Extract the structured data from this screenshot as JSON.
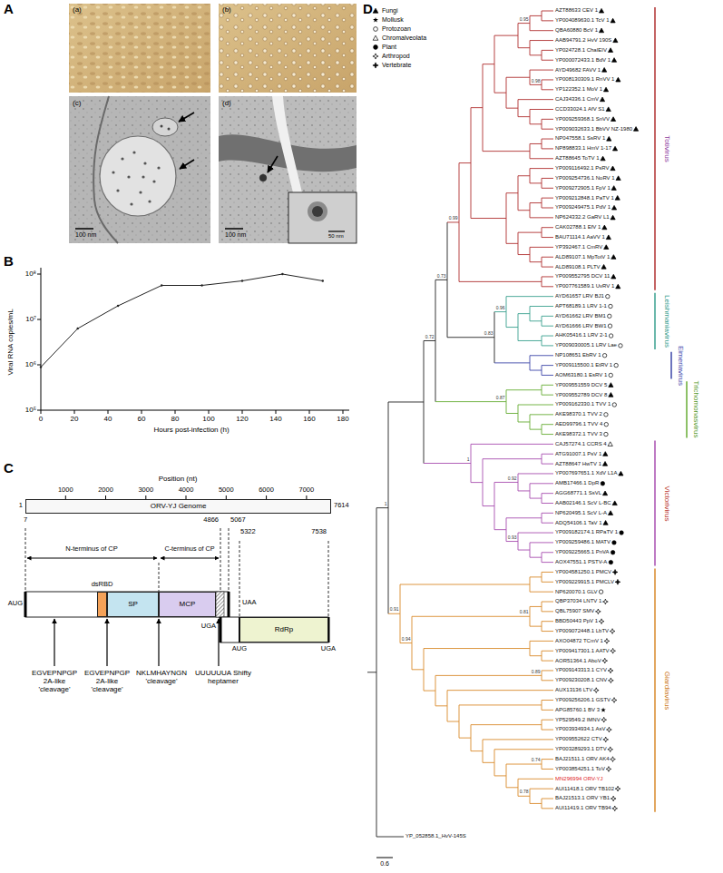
{
  "diagram": {
    "nodes": [
      {
        "text": [
          "ORV-YJ Genome"
        ]
      },
      {
        "text": [
          "dsRBD"
        ]
      },
      {
        "text": [
          "SP"
        ]
      },
      {
        "text": [
          "MCP"
        ]
      },
      {
        "text": [
          "RdRp"
        ]
      }
    ],
    "labels": [
      "A",
      "(a)",
      "(b)",
      "(c)",
      "100 nm",
      "(d)",
      "100 nm",
      "50 nm",
      "B",
      "10⁸",
      "10⁷",
      "10⁶",
      "10⁵",
      "0",
      "20",
      "40",
      "60",
      "80",
      "100",
      "120",
      "140",
      "160",
      "180",
      "Viral RNA copies/mL",
      "Hours post-infection (h)",
      "C",
      "Position (nt)",
      "1000",
      "2000",
      "3000",
      "4000",
      "5000",
      "6000",
      "7000",
      "1",
      "7614",
      "7",
      "4866",
      "5067",
      "5322",
      "7538",
      "N-terminus of CP",
      "C-terminus of CP",
      "AUG",
      "UAA",
      "UGA",
      "AUG",
      "UGA",
      "EGVEPNPGP 2A-like 'cleavage'",
      "EGVEPNPGP 2A-like 'cleavage'",
      "NKLMHAYNGN 'cleavage'",
      "UUUUUUA Shifty heptamer",
      "D",
      "0.6",
      "Totivirus",
      "Leishmaniavirus",
      "Eimeriavirus",
      "Trichomonasvirus",
      "Victorivirus",
      "Giardiavirus",
      "AZT88633 CEV 1",
      "YP004089630.1 TcV 1",
      "QBA60880 BcV 1",
      "AAB94791.2 HvV 190S",
      "YP024728.1 ChaIEIV",
      "YP000072433.1 BdV 1",
      "AYD49682 FAVV 1",
      "YP008130309.1 RnVV 1",
      "YP122352.1 MoV 1",
      "CAJ34336.1 CmV",
      "CCD33024.1 AfV S1",
      "YP009259368.1 SnVV",
      "YP009032633.1 BbVV NZ-1980",
      "NP047558.1 SsRV 1",
      "NP898833.1 HmV 1-17",
      "AZT88645 ToTV 1",
      "YP009116492.1 PsRV",
      "YP009254736.1 NoRV 1",
      "YP009272905.1 FpV 1",
      "YP009212848.1 PaTV 1",
      "YP009249475.1 PdV 1",
      "NP624332.2 GaRV L1",
      "CAK02788.1 EfV 1",
      "BAU71114.1 AaVV 1",
      "YP392467.1 CmRV",
      "ALD89107.1 MpTotV 1",
      "ALD89108.1 PLTV",
      "YP009552795 DCV 11",
      "YP007761589.1 UvRV 1",
      "AYD61657 LRV BJ1",
      "APT68189.1 LRV 1-1",
      "AYD61662 LRV BM1",
      "AYD61666 LRV BW1",
      "AHK05416.1 LRV 2-1",
      "YP009030005.1 LRV Lae",
      "NP108651 EbRV 1",
      "YP009115500.1 EtRV 1",
      "AOM63180.1 EsRV 1",
      "YP009551559 DCV 5",
      "YP009552789 DCV 8",
      "YP009162330.1 TVV 1",
      "AKE98370.1 TVV 2",
      "AED99796.1 TVV 4",
      "AKE98372.1 TVV 3",
      "CAJ57274.1 CCRS 4",
      "ATG91007.1 PsV 1",
      "AZT88647 HwTV 1",
      "YP007697651.1 XdV L1A",
      "AMB17466.1 DpR",
      "AGG68771.1 SsVL",
      "AAB02146.1 ScV L-BC",
      "NP620495.1 ScV L-A",
      "ADQ54106.1 TaV 1",
      "YP009182174.1 RPaTV 1",
      "YP009259486.1 MATV",
      "YP009225665.1 PnVA",
      "AOX47551.1 PSTV-A",
      "YP004581250.1 PMCV",
      "YP009229915.1 PMCLV",
      "NP620070.1 GLV",
      "QBP37034 LNTV 1",
      "QBL75907 SMV",
      "BBD50443 PpV 1",
      "YP009072448.1 LbTV",
      "AXO04872 TCmV 1",
      "YP009417301.1 AATV",
      "AOR51364.1 AboV",
      "YP009143313.1 CYV",
      "YP009230208.1 CNV",
      "AUX13136 LTV",
      "YP009256206.1 GSTV",
      "APG85760.1 BV 3",
      "YP529549.2 IMNV",
      "YP003934934.1 AsV",
      "YP009552622 CTV",
      "YP003289293.1 DTV",
      "BAJ21511.1 ORV AK4",
      "YP003854251.1 ToV",
      "MN296994 ORV-YJ",
      "AUI11418.1 ORV TB102",
      "BAJ21513.1 ORV YB1",
      "AUI11419.1 ORV TB94",
      "YP_052858.1_HvV-145S",
      "0.73",
      "0.83",
      "0.72",
      "0.95",
      "0.98",
      "0.99",
      "0.96",
      "0.87",
      "0.92",
      "0.93",
      "0.91",
      "0.94",
      "0.81",
      "0.89",
      "0.74",
      "0.78",
      "1",
      "1"
    ],
    "legend": [
      {
        "text": "Fungi"
      },
      {
        "text": "Mollusk"
      },
      {
        "text": "Protozoan"
      },
      {
        "text": "Chromalveolata"
      },
      {
        "text": "Plant"
      },
      {
        "text": "Arthropod"
      },
      {
        "text": "Vertebrate"
      }
    ]
  }
}
